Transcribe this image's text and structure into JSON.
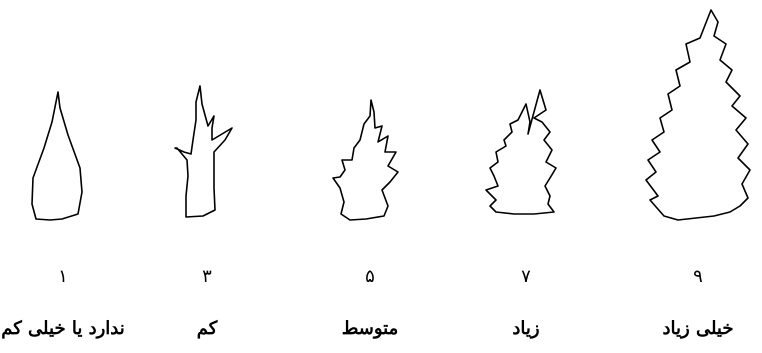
{
  "scale": [
    {
      "score": "۱",
      "label": "ندارد یا خیلی کم",
      "shape": "leaf-1-entire"
    },
    {
      "score": "۳",
      "label": "کم",
      "shape": "leaf-3-few-lobes"
    },
    {
      "score": "۵",
      "label": "متوسط",
      "shape": "leaf-5-medium-lobes"
    },
    {
      "score": "۷",
      "label": "زیاد",
      "shape": "leaf-7-many-lobes"
    },
    {
      "score": "۹",
      "label": "خیلی زیاد",
      "shape": "leaf-9-very-many-lobes"
    }
  ]
}
